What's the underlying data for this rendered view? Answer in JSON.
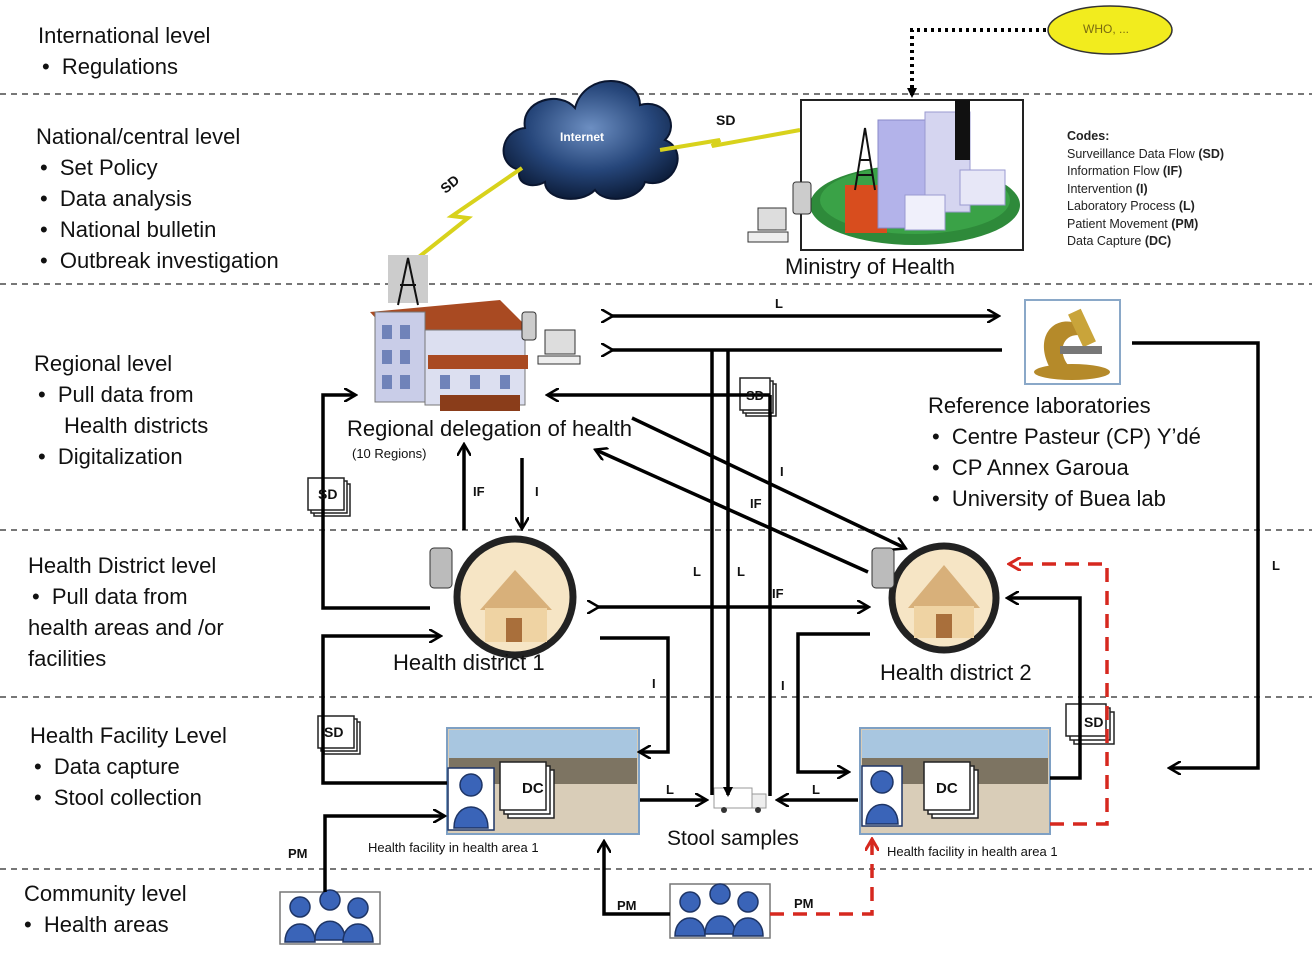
{
  "levels": {
    "international": {
      "title": "International level",
      "items": [
        "Regulations"
      ]
    },
    "national": {
      "title": "National/central level",
      "items": [
        "Set Policy",
        "Data analysis",
        "National bulletin",
        "Outbreak investigation"
      ]
    },
    "regional": {
      "title": "Regional  level",
      "items": [
        "Pull data from",
        "Digitalization"
      ],
      "extra": "Health districts"
    },
    "district": {
      "title": "Health District level",
      "items": [
        "Pull data from"
      ],
      "extra1": "health areas  and /or",
      "extra2": "facilities"
    },
    "facility": {
      "title": "Health Facility Level",
      "items": [
        "Data capture",
        "Stool collection"
      ]
    },
    "community": {
      "title": "Community  level",
      "items": [
        "Health areas"
      ]
    }
  },
  "nodes": {
    "who": "WHO, ...",
    "internet": "Internet",
    "ministry": "Ministry of Health",
    "regional_delegation": "Regional delegation of health",
    "regions_count": "(10 Regions)",
    "ref_labs_title": "Reference laboratories",
    "ref_labs": [
      "Centre Pasteur (CP) Y’dé",
      "CP  Annex Garoua",
      "University of Buea lab"
    ],
    "district1": "Health district 1",
    "district2": "Health district 2",
    "facility1": "Health facility  in  health area 1",
    "facility2": "Health facility  in  health area 1",
    "stool": "Stool samples"
  },
  "codes": {
    "heading": "Codes:",
    "items": [
      {
        "name": "Surveillance Data Flow",
        "abbr": "(SD)"
      },
      {
        "name": "Information Flow",
        "abbr": "(IF)"
      },
      {
        "name": "Intervention",
        "abbr": "(I)"
      },
      {
        "name": "Laboratory Process",
        "abbr": "(L)"
      },
      {
        "name": "Patient Movement",
        "abbr": "(PM)"
      },
      {
        "name": "Data Capture",
        "abbr": "(DC)"
      }
    ]
  },
  "flow_labels": {
    "sd": "SD",
    "if": "IF",
    "i": "I",
    "l": "L",
    "pm": "PM",
    "dc": "DC"
  },
  "colors": {
    "who_fill": "#f2ec1e",
    "cloud": "#1d3a66",
    "bolt": "#e6e01a",
    "dashed_red": "#d6281f",
    "person": "#3a64b8"
  }
}
